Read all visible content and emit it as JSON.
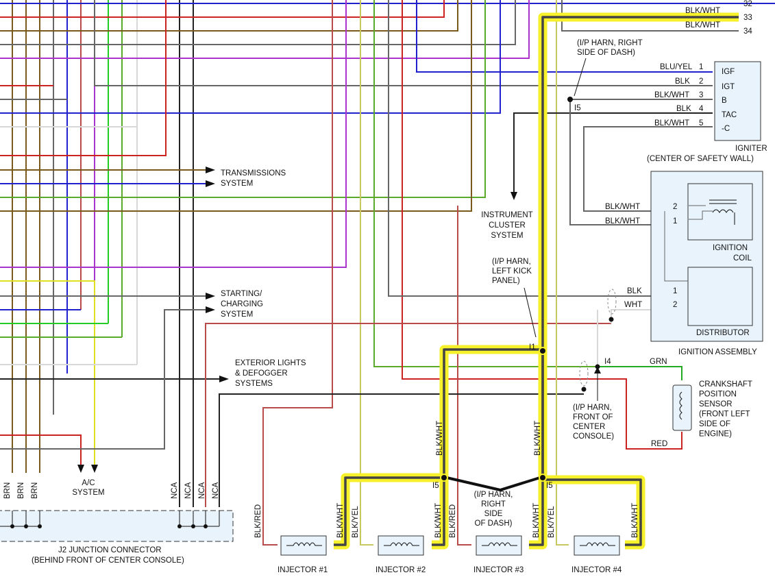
{
  "pins_top": {
    "p32": "32",
    "p33": "33",
    "p34": "34"
  },
  "top_wires": {
    "w33": "BLK/WHT",
    "w34": "BLK/WHT"
  },
  "igniter": {
    "title": "IGNITER",
    "subtitle": "(CENTER OF SAFETY WALL)",
    "note": "(I/P HARN, RIGHT\nSIDE OF DASH)",
    "splice": "I5",
    "pins": [
      {
        "wire": "BLU/YEL",
        "num": "1",
        "label": "IGF"
      },
      {
        "wire": "BLK",
        "num": "2",
        "label": "IGT"
      },
      {
        "wire": "BLK/WHT",
        "num": "3",
        "label": "B"
      },
      {
        "wire": "BLK",
        "num": "4",
        "label": "TAC"
      },
      {
        "wire": "BLK/WHT",
        "num": "5",
        "label": "-C"
      }
    ]
  },
  "ignition_assembly": {
    "title": "IGNITION ASSEMBLY",
    "coil": {
      "label1": "IGNITION",
      "label2": "COIL",
      "pins": [
        {
          "wire": "BLK/WHT",
          "num": "2"
        },
        {
          "wire": "BLK/WHT",
          "num": "1"
        }
      ]
    },
    "distributor": {
      "label": "DISTRIBUTOR",
      "pins": [
        {
          "wire": "BLK",
          "num": "1"
        },
        {
          "wire": "WHT",
          "num": "2"
        }
      ]
    }
  },
  "systems": {
    "transmission": "TRANSMISSIONS\nSYSTEM",
    "starting": "STARTING/\nCHARGING\nSYSTEM",
    "exterior": "EXTERIOR LIGHTS\n& DEFOGGER\nSYSTEMS",
    "ac": "A/C\nSYSTEM",
    "instrument": "INSTRUMENT\nCLUSTER\nSYSTEM"
  },
  "notes": {
    "left_kick": "(I/P HARN,\nLEFT KICK\nPANEL)",
    "center_console": "(I/P HARN,\nFRONT OF\nCENTER\nCONSOLE)",
    "right_dash": "(I/P HARN,\nRIGHT\nSIDE\nOF DASH)"
  },
  "splices": {
    "i1": "I1",
    "i4": "I4",
    "i5a": "I5",
    "i5b": "I5"
  },
  "crankshaft": {
    "label": "CRANKSHAFT\nPOSITION\nSENSOR\n(FRONT LEFT\nSIDE OF\nENGINE)",
    "grn": "GRN",
    "red": "RED"
  },
  "junction": {
    "label1": "J2 JUNCTION CONNECTOR",
    "label2": "(BEHIND FRONT OF CENTER CONSOLE)",
    "pins": [
      "BRN",
      "BRN",
      "BRN",
      "NCA",
      "NCA",
      "NCA",
      "NCA"
    ]
  },
  "vertical_wires": {
    "blk_wht_a": "BLK/WHT",
    "blk_wht_b": "BLK/WHT"
  },
  "injectors": [
    {
      "label": "INJECTOR #1",
      "w1": "BLK/RED",
      "w2": "BLK/WHT"
    },
    {
      "label": "INJECTOR #2",
      "w1": "BLK/YEL",
      "w2": "BLK/WHT"
    },
    {
      "label": "INJECTOR #3",
      "w1": "BLK/RED",
      "w2": "BLK/WHT"
    },
    {
      "label": "INJECTOR #4",
      "w1": "BLK/YEL",
      "w2": "BLK/WHT"
    }
  ]
}
